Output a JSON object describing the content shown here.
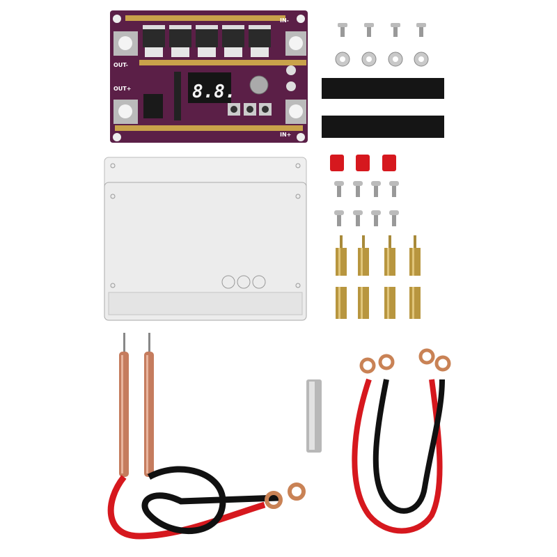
{
  "product": {
    "pcb": {
      "display_value": "8.8.",
      "labels": {
        "in_minus": "IN-",
        "in_plus": "IN+",
        "out_minus": "OUT-",
        "out_plus": "OUT+"
      },
      "board_color": "#5b1f47",
      "heatsink_color": "#c9a24a"
    },
    "accessories": {
      "screw_count_top": 4,
      "washer_count": 4,
      "tape_strip_count": 2,
      "red_cap_count": 3,
      "screw_count_middle": 8,
      "standoff_count": 8,
      "nickel_strip_count": 1,
      "welding_pen_count": 2,
      "cable_colors": [
        "#d6181e",
        "#111111"
      ]
    }
  }
}
